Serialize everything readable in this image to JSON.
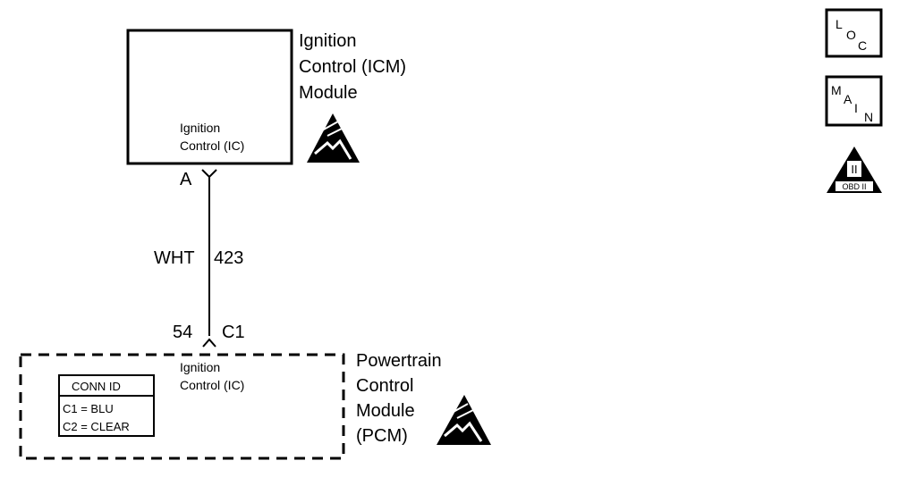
{
  "icm": {
    "title_lines": [
      "Ignition",
      "Control (ICM)",
      "Module"
    ],
    "pin_label_lines": [
      "Ignition",
      "Control (IC)"
    ],
    "terminal": "A"
  },
  "wire": {
    "color": "WHT",
    "circuit": "423"
  },
  "pcm_connector": {
    "pin": "54",
    "connector": "C1"
  },
  "pcm": {
    "title_lines": [
      "Powertrain",
      "Control",
      "Module",
      "(PCM)"
    ],
    "pin_label_lines": [
      "Ignition",
      "Control (IC)"
    ]
  },
  "conn_id": {
    "header": "CONN ID",
    "rows": [
      "C1 = BLU",
      "C2 = CLEAR"
    ]
  },
  "side_icons": {
    "loc": {
      "letters": [
        "L",
        "O",
        "C"
      ]
    },
    "main": {
      "letters": [
        "M",
        "A",
        "I",
        "N"
      ]
    },
    "obd": {
      "numeral": "II",
      "label": "OBD II"
    }
  }
}
